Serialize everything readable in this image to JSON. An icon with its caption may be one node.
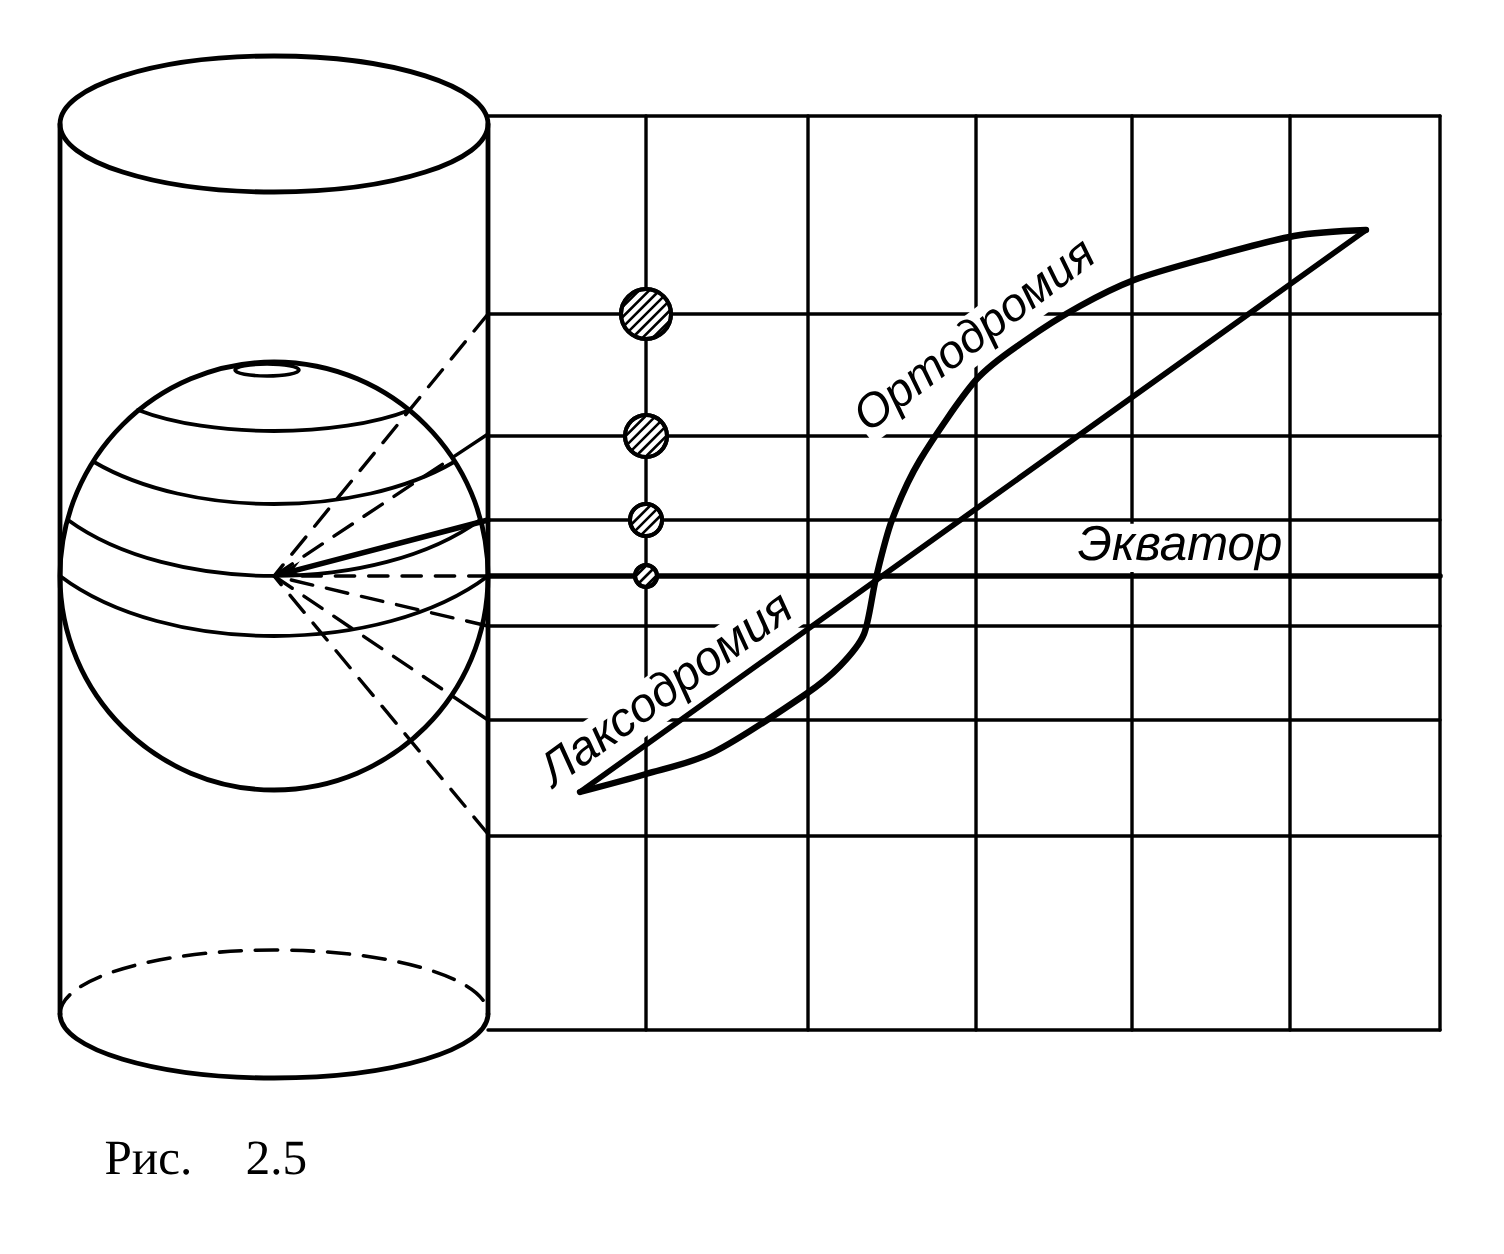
{
  "diagram": {
    "caption": "Рис. 2.5",
    "labels": [
      "Ортодромия",
      "Экватор",
      "Лаксодромия"
    ]
  }
}
